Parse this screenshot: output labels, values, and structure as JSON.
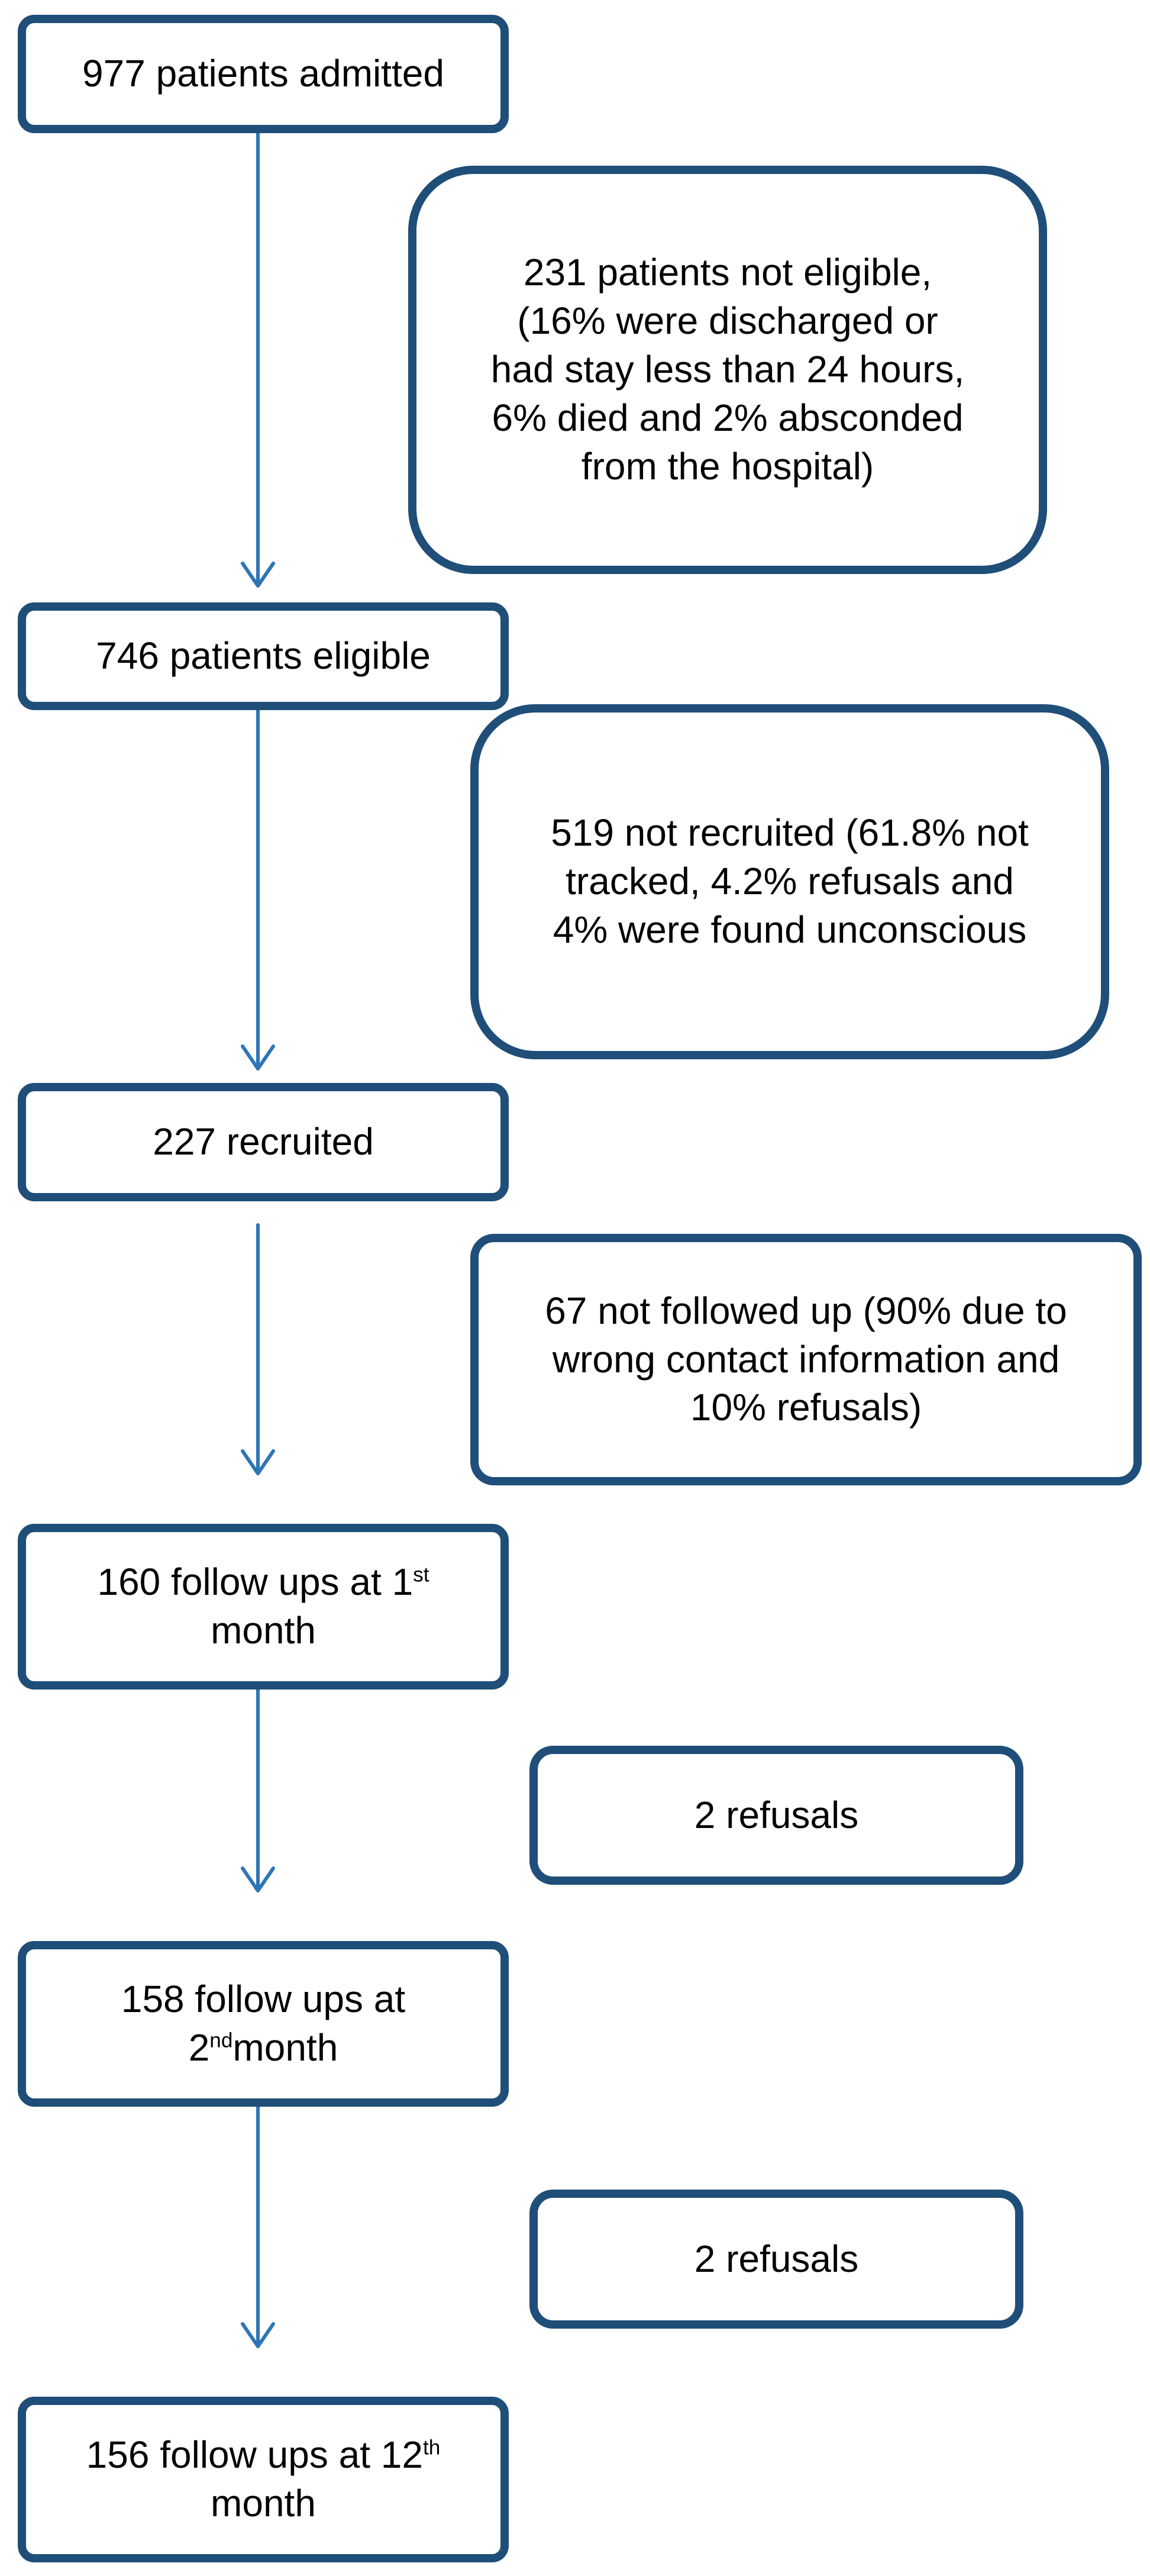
{
  "main_boxes": {
    "admitted": {
      "text": "977 patients admitted"
    },
    "eligible": {
      "text": "746 patients eligible"
    },
    "recruited": {
      "text": "227 recruited"
    },
    "followup_1": {
      "text_a": "160 follow ups at 1",
      "sup": "st",
      "text_b": "month"
    },
    "followup_2": {
      "text_a": "158 follow ups at",
      "text_b": "2",
      "sup": "nd",
      "text_c": "month"
    },
    "followup_12": {
      "text_a": "156 follow ups at 12",
      "sup": "th",
      "text_b": "month"
    }
  },
  "side_boxes": {
    "not_eligible": {
      "lines": [
        "231 patients not eligible,",
        "(16% were discharged or",
        "had stay less than 24 hours,",
        "6% died and 2% absconded",
        "from the hospital)"
      ]
    },
    "not_recruited": {
      "lines": [
        "519 not recruited (61.8% not",
        "tracked, 4.2% refusals and",
        "4% were found unconscious"
      ]
    },
    "not_followed": {
      "lines": [
        "67 not followed up (90% due to",
        "wrong contact information and",
        "10% refusals)"
      ]
    },
    "refusals_1": {
      "text": "2 refusals"
    },
    "refusals_2": {
      "text": "2 refusals"
    }
  },
  "colors": {
    "box_border": "#1f4e79",
    "arrow": "#2e75b6"
  }
}
